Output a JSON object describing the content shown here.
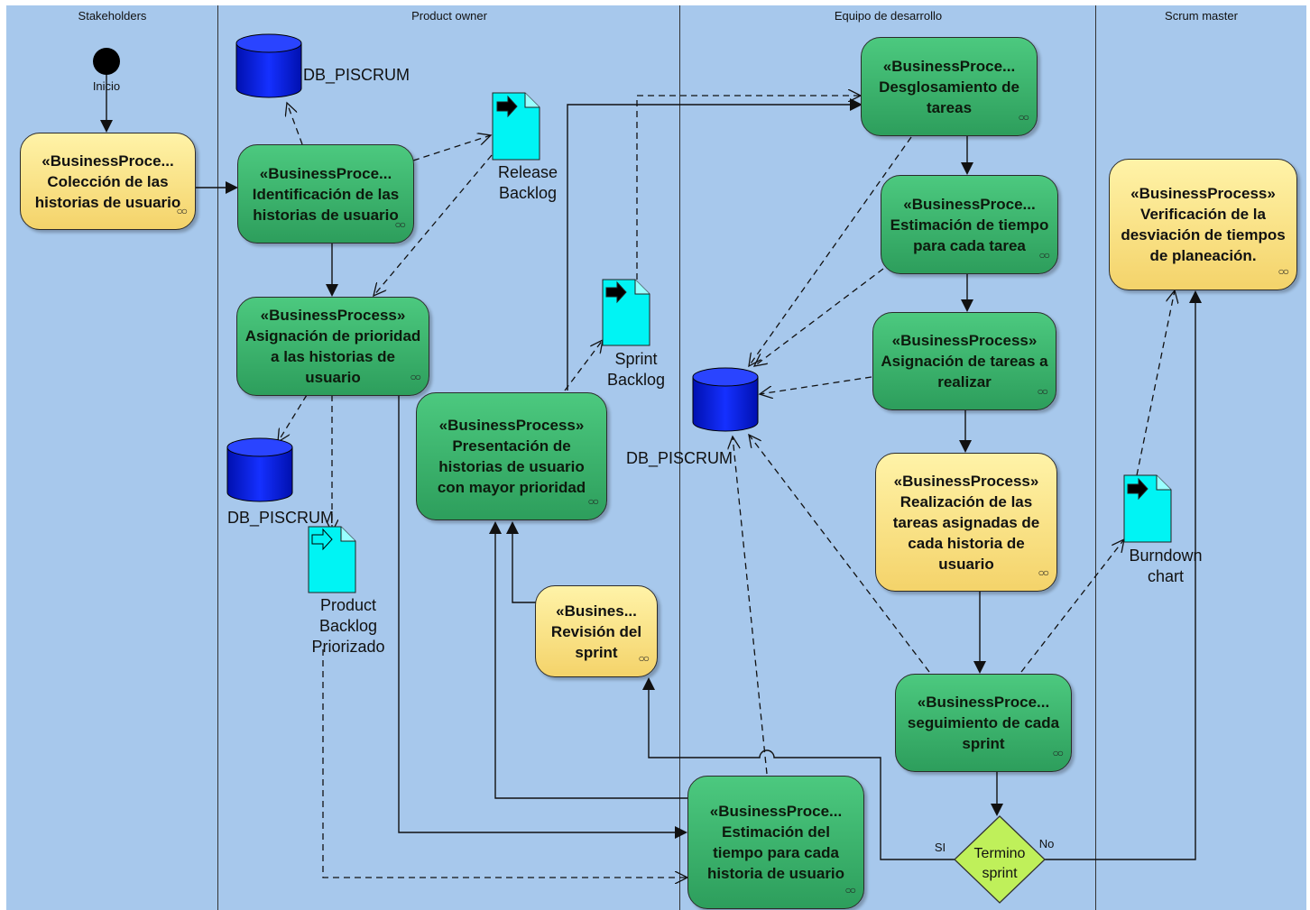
{
  "lanes": [
    {
      "title": "Stakeholders"
    },
    {
      "title": "Product owner"
    },
    {
      "title": "Equipo de desarrollo"
    },
    {
      "title": "Scrum master"
    }
  ],
  "colors": {
    "lane_bg": "#a7c8ec",
    "process_green": "#3bb26d",
    "process_yellow": "#f8e08a",
    "datastore_blue": "#0019d6",
    "artifact_cyan": "#00ffff",
    "decision_green": "#bff05a"
  },
  "start": {
    "label": "Inicio"
  },
  "processes": {
    "coleccion": {
      "stereotype": "«BusinessProce...",
      "name": "Colección de las historias de usuario"
    },
    "identificacion": {
      "stereotype": "«BusinessProce...",
      "name": "Identificación de las historias de usuario"
    },
    "asignacion_prioridad": {
      "stereotype": "«BusinessProcess»",
      "name": "Asignación de prioridad a las historias de usuario"
    },
    "presentacion": {
      "stereotype": "«BusinessProcess»",
      "name": "Presentación de historias de usuario con mayor prioridad"
    },
    "revision": {
      "stereotype": "«Busines...",
      "name": "Revisión del sprint"
    },
    "desglosamiento": {
      "stereotype": "«BusinessProce...",
      "name": "Desglosamiento de tareas"
    },
    "estimacion_tarea": {
      "stereotype": "«BusinessProce...",
      "name": "Estimación de tiempo para cada tarea"
    },
    "asignacion_tareas": {
      "stereotype": "«BusinessProcess»",
      "name": "Asignación de tareas a realizar"
    },
    "realizacion": {
      "stereotype": "«BusinessProcess»",
      "name": "Realización de las tareas asignadas de cada historia de usuario"
    },
    "seguimiento": {
      "stereotype": "«BusinessProce...",
      "name": "seguimiento de cada sprint"
    },
    "estimacion_historia": {
      "stereotype": "«BusinessProce...",
      "name": "Estimación del tiempo para cada historia de usuario"
    },
    "verificacion": {
      "stereotype": "«BusinessProcess»",
      "name": "Verificación de la desviación de tiempos de planeación."
    }
  },
  "datastores": {
    "db1": "DB_PISCRUM",
    "db2": "DB_PISCRUM",
    "db3": "DB_PISCRUM"
  },
  "artifacts": {
    "release_backlog": [
      "Release",
      "Backlog"
    ],
    "sprint_backlog": [
      "Sprint",
      "Backlog"
    ],
    "product_backlog": [
      "Product",
      "Backlog",
      "Priorizado"
    ],
    "burndown": [
      "Burndown",
      "chart"
    ]
  },
  "decision": {
    "label_lines": [
      "Termino",
      "sprint"
    ],
    "yes": "SI",
    "no": "No"
  }
}
